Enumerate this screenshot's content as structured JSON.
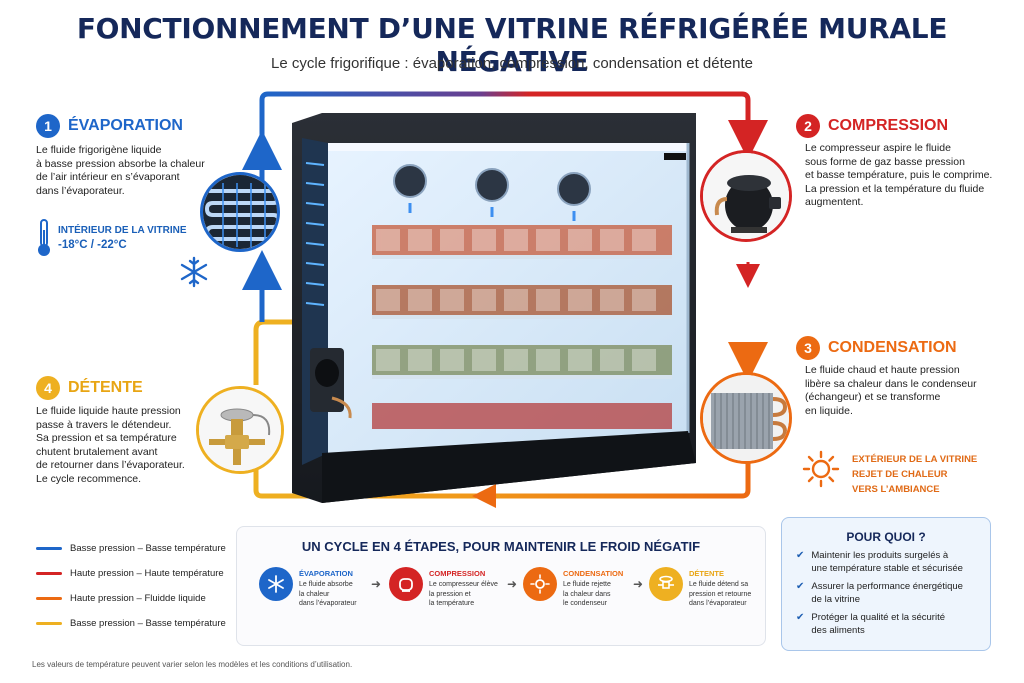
{
  "title": "FONCTIONNEMENT D’UNE VITRINE RÉFRIGÉRÉE MURALE NÉGATIVE",
  "subtitle": "Le cycle frigorifique : évaporation, compression, condensation et détente",
  "colors": {
    "navy": "#15285a",
    "blue": "#1e66c9",
    "red": "#d42424",
    "orange": "#ec6a12",
    "yellow": "#eeb021"
  },
  "steps": [
    {
      "number": "1",
      "title": "ÉVAPORATION",
      "text": [
        "Le fluide frigorigène liquide",
        "à basse pression absorbe la chaleur",
        "de l’air intérieur en s’évaporant",
        "dans l’évaporateur."
      ],
      "icon": "evaporator-coil-icon"
    },
    {
      "number": "2",
      "title": "COMPRESSION",
      "text": [
        "Le compresseur aspire le fluide",
        "sous forme de gaz basse pression",
        "et basse température, puis le comprime.",
        "La pression et la température du fluide",
        "augmentent."
      ],
      "icon": "compressor-icon"
    },
    {
      "number": "3",
      "title": "CONDENSATION",
      "text": [
        "Le fluide chaud et haute pression",
        "libère sa chaleur dans le condenseur",
        "(échangeur) et se transforme",
        "en liquide."
      ],
      "icon": "condenser-icon"
    },
    {
      "number": "4",
      "title": "DÉTENTE",
      "text": [
        "Le fluide liquide haute pression",
        "passe à travers le détendeur.",
        "Sa pression et sa température",
        "chutent brutalement avant",
        "de retourner dans l’évaporateur.",
        "Le cycle recommence."
      ],
      "icon": "expansion-valve-icon"
    }
  ],
  "interior": {
    "label": "INTÉRIEUR DE LA VITRINE",
    "temperature": "-18°C / -22°C"
  },
  "exterior": {
    "label": "EXTÉRIEUR DE LA VITRINE",
    "line1": "REJET DE CHALEUR",
    "line2": "VERS L’AMBIANCE"
  },
  "legend": [
    {
      "label": "Basse pression – Basse température",
      "color": "#1e66c9"
    },
    {
      "label": "Haute pression – Haute température",
      "color": "#d42424"
    },
    {
      "label": "Haute pression – Fluidde liquide",
      "color": "#ec6a12"
    },
    {
      "label": "Basse pression – Basse température",
      "color": "#eeb021"
    }
  ],
  "cycle": {
    "title": "UN CYCLE EN 4 ÉTAPES, POUR MAINTENIR LE FROID NÉGATIF",
    "items": [
      {
        "title": "ÉVAPORATION",
        "text": [
          "Le fluide absorbe",
          "la chaleur",
          "dans l’évaporateur"
        ],
        "color": "#1e66c9",
        "icon": "snowflake-icon"
      },
      {
        "title": "COMPRESSION",
        "text": [
          "Le compresseur élève",
          "la pression et",
          "la température"
        ],
        "color": "#d42424",
        "icon": "compressor-icon"
      },
      {
        "title": "CONDENSATION",
        "text": [
          "Le fluide rejette",
          "la chaleur dans",
          "le condenseur"
        ],
        "color": "#ec6a12",
        "icon": "sun-icon"
      },
      {
        "title": "DÉTENTE",
        "text": [
          "Le fluide détend sa",
          "pression et retourne",
          "dans l’évaporateur"
        ],
        "color": "#eeb021",
        "icon": "valve-icon"
      }
    ]
  },
  "why": {
    "title": "POUR QUOI ?",
    "items": [
      [
        "Maintenir les produits surgelés à",
        "une température stable et sécurisée"
      ],
      [
        "Assurer la performance énergétique",
        "de la vitrine"
      ],
      [
        "Protéger la qualité et la sécurité",
        "des aliments"
      ]
    ]
  },
  "footnote": "Les valeurs de température peuvent varier selon les modèles et les conditions d’utilisation."
}
